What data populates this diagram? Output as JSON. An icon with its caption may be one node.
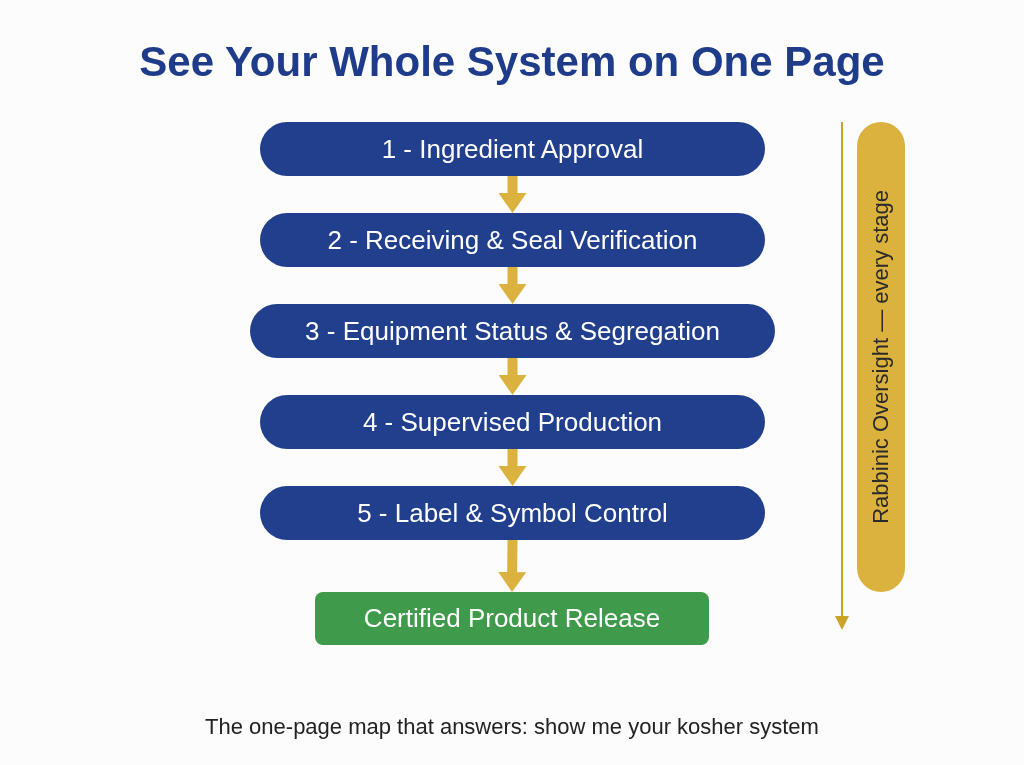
{
  "diagram": {
    "title": "See Your Whole System on One Page",
    "caption": "The one-page map that answers: show me your kosher system",
    "nodes": [
      {
        "text": [
          "1 - Ingredient Approval"
        ]
      },
      {
        "text": [
          "2 - Receiving & Seal Verification"
        ]
      },
      {
        "text": [
          "3 - Equipment Status & Segregation"
        ]
      },
      {
        "text": [
          "4 - Supervised Production"
        ]
      },
      {
        "text": [
          "5 - Label & Symbol Control"
        ]
      },
      {
        "text": [
          "Certified Product Release"
        ]
      },
      {
        "text": [
          "Rabbinic Oversight — every stage"
        ]
      }
    ],
    "edges": [
      {
        "from": 0,
        "to": 1,
        "arrow": "to"
      },
      {
        "from": 1,
        "to": 2,
        "arrow": "to"
      },
      {
        "from": 2,
        "to": 3,
        "arrow": "to"
      },
      {
        "from": 3,
        "to": 4,
        "arrow": "to"
      },
      {
        "from": 4,
        "to": 5,
        "arrow": "to"
      }
    ]
  }
}
